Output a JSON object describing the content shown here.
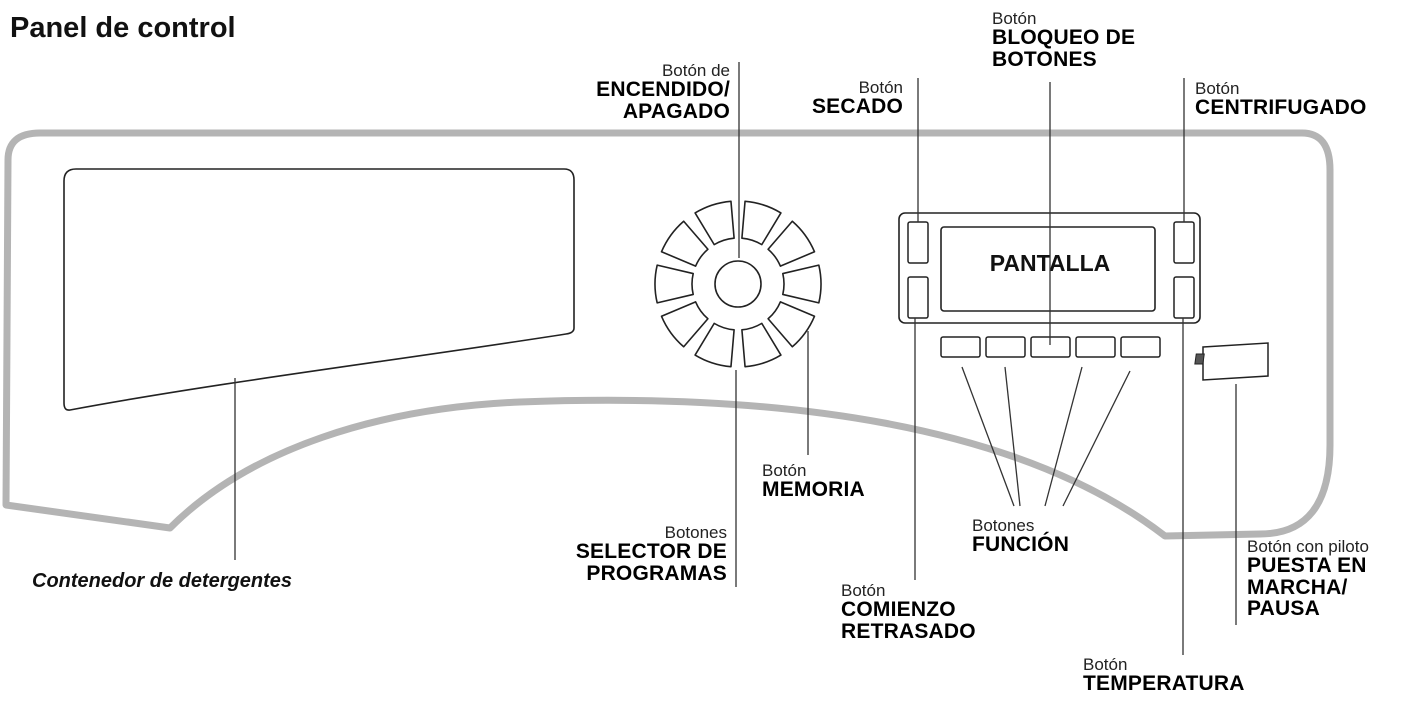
{
  "title": "Panel de control",
  "labels": {
    "encendido": {
      "small": "Botón de",
      "bold": [
        "ENCENDIDO/",
        "APAGADO"
      ]
    },
    "secado": {
      "small": "Botón",
      "bold": [
        "SECADO"
      ]
    },
    "bloqueo": {
      "small": "Botón",
      "bold": [
        "BLOQUEO DE",
        "BOTONES"
      ]
    },
    "centrifugado": {
      "small": "Botón",
      "bold": [
        "CENTRIFUGADO"
      ]
    },
    "memoria": {
      "small": "Botón",
      "bold": [
        "MEMORIA"
      ]
    },
    "selector": {
      "small": "Botones",
      "bold": [
        "SELECTOR DE",
        "PROGRAMAS"
      ]
    },
    "funcion": {
      "small": "Botones",
      "bold": [
        "FUNCIÓN"
      ]
    },
    "comienzo": {
      "small": "Botón",
      "bold": [
        "COMIENZO",
        "RETRASADO"
      ]
    },
    "puesta": {
      "small": "Botón con piloto",
      "bold": [
        "PUESTA EN",
        "MARCHA/",
        "PAUSA"
      ]
    },
    "temperatura": {
      "small": "Botón",
      "bold": [
        "TEMPERATURA"
      ]
    }
  },
  "display": "PANTALLA",
  "detergent": "Contenedor de detergentes"
}
